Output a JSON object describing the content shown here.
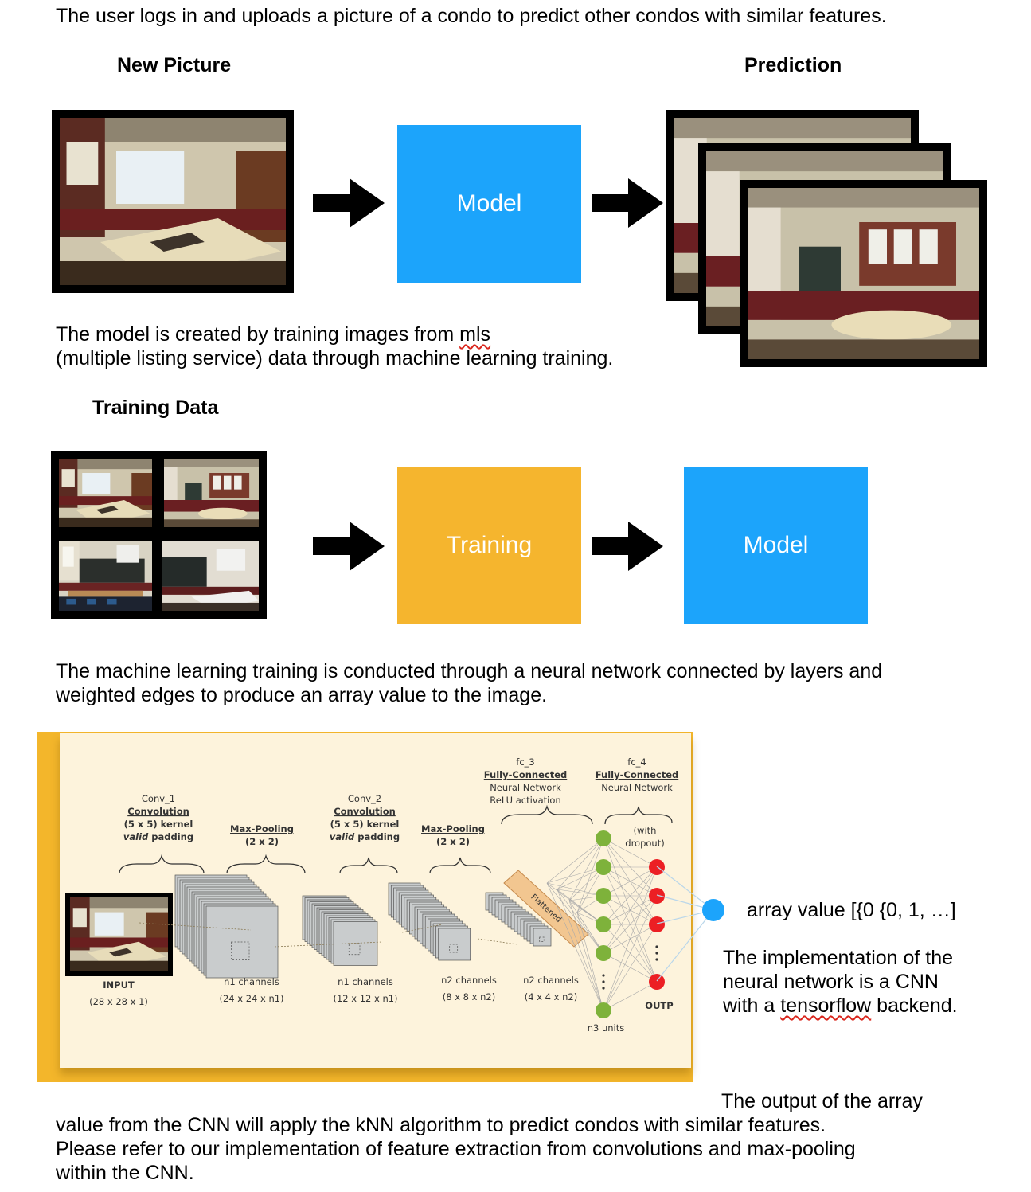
{
  "intro": "The user logs in and uploads a picture of a condo to predict other condos with similar features.",
  "headings": {
    "new_picture": "New Picture",
    "prediction": "Prediction",
    "training_data": "Training Data"
  },
  "boxes": {
    "model_top": "Model",
    "training": "Training",
    "model_bottom": "Model"
  },
  "colors": {
    "model_blue": "#1ca4fb",
    "training_yellow": "#f5b52e",
    "cnn_frame": "#f3b62b",
    "cnn_bg": "#fdf3dc",
    "node_green": "#7eb23b",
    "node_red": "#ec1f24",
    "output_blue": "#1ca4fb"
  },
  "model_caption": {
    "line1_pre": "The model is created by training images from ",
    "line1_misspelled": "mls",
    "line2": "(multiple listing service) data through machine learning training."
  },
  "nn_caption": {
    "line1": "The machine learning training is conducted through a neural network connected by layers and",
    "line2": "weighted edges to produce an array value to the image."
  },
  "cnn": {
    "conv1": {
      "name": "Conv_1",
      "kind": "Convolution",
      "kernel": "(5 x 5) kernel",
      "padding_em": "valid",
      "padding": " padding"
    },
    "pool1": {
      "kind": "Max-Pooling",
      "size": "(2 x 2)"
    },
    "conv2": {
      "name": "Conv_2",
      "kind": "Convolution",
      "kernel": "(5 x 5) kernel",
      "padding_em": "valid",
      "padding": " padding"
    },
    "pool2": {
      "kind": "Max-Pooling",
      "size": "(2 x 2)"
    },
    "fc3": {
      "name": "fc_3",
      "kind": "Fully-Connected",
      "sub": "Neural Network",
      "act": "ReLU activation"
    },
    "fc4": {
      "name": "fc_4",
      "kind": "Fully-Connected",
      "sub": "Neural Network",
      "drop1": "(with",
      "drop2": "dropout)"
    },
    "flattened": "Flattened",
    "labels": [
      {
        "top": "INPUT",
        "bottom": "(28 x 28 x 1)"
      },
      {
        "top": "n1 channels",
        "bottom": "(24 x 24 x n1)"
      },
      {
        "top": "n1 channels",
        "bottom": "(12 x 12 x n1)"
      },
      {
        "top": "n2 channels",
        "bottom": "(8 x 8 x n2)"
      },
      {
        "top": "n2 channels",
        "bottom": "(4 x 4 x n2)"
      }
    ],
    "units": "n3 units",
    "output": "OUTP"
  },
  "array_value": "array value [{0 {0, 1, …]",
  "impl": {
    "line1": "The implementation of the",
    "line2": "neural network is a CNN",
    "line3_pre": "with a ",
    "line3_misspelled": "tensorflow",
    "line3_post": " backend."
  },
  "output_text": {
    "line1": "The output of the array",
    "line2": "value from the CNN will apply the kNN algorithm to predict condos with similar features.",
    "line3": "Please refer to our implementation of feature extraction from convolutions and max-pooling",
    "line4": "within the CNN."
  }
}
